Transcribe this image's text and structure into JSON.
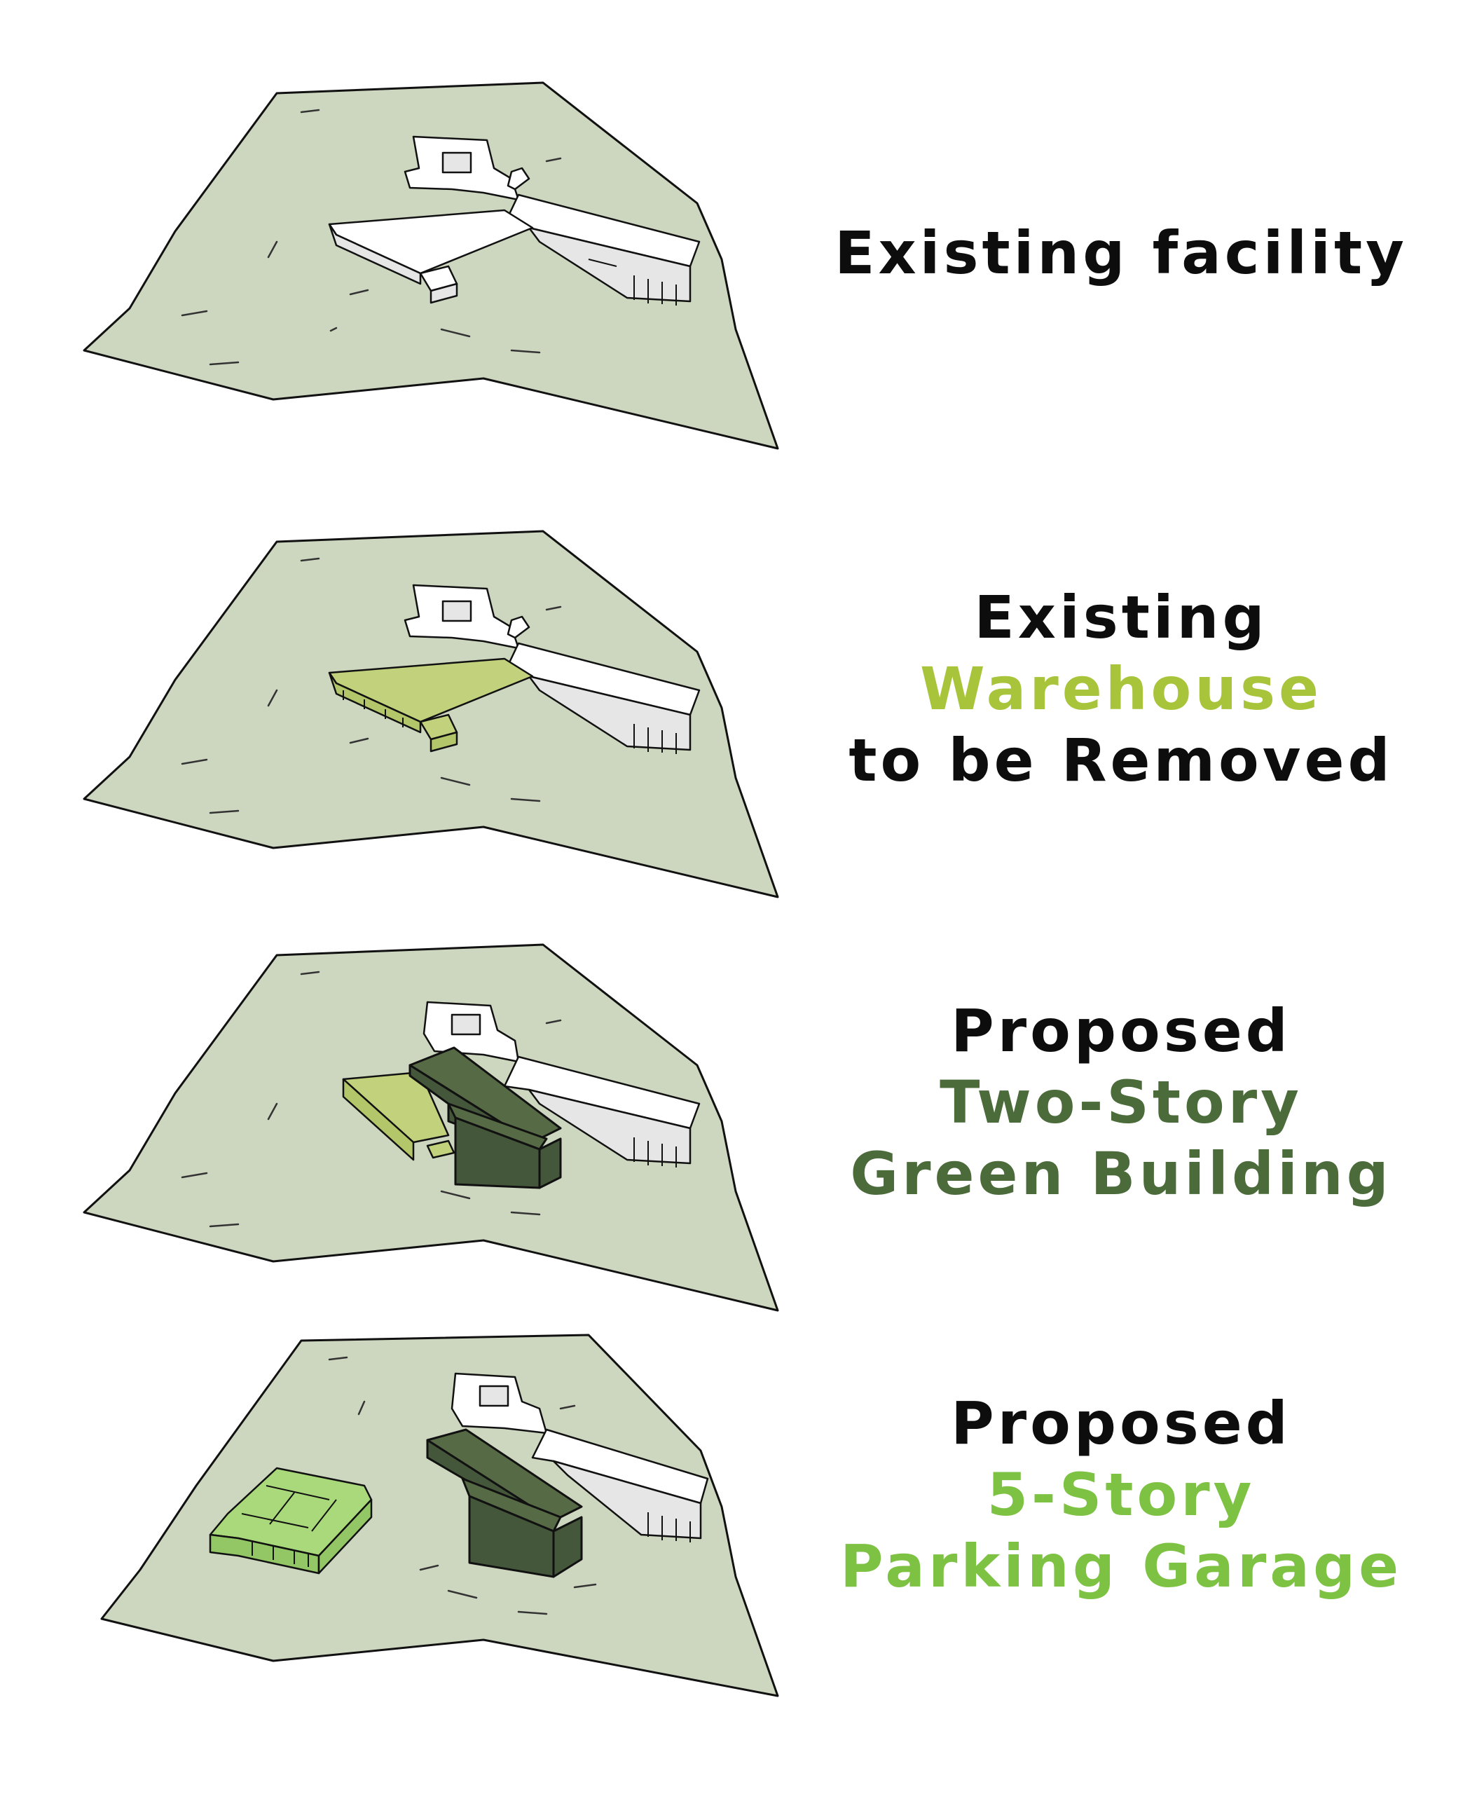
{
  "colors": {
    "text_black": "#0d0d0d",
    "warehouse_highlight": "#a7c43a",
    "green_building": "#4b6b3a",
    "parking_garage": "#7dc242",
    "ground": "#cdd6bf"
  },
  "panels": [
    {
      "caption_lines": [
        {
          "text": "Existing facility",
          "color": "#0d0d0d"
        }
      ]
    },
    {
      "caption_lines": [
        {
          "text": "Existing",
          "color": "#0d0d0d"
        },
        {
          "text": "Warehouse",
          "color": "#a7c43a"
        },
        {
          "text": "to be Removed",
          "color": "#0d0d0d"
        }
      ]
    },
    {
      "caption_lines": [
        {
          "text": "Proposed",
          "color": "#0d0d0d"
        },
        {
          "text": "Two-Story",
          "color": "#4b6b3a"
        },
        {
          "text": "Green Building",
          "color": "#4b6b3a"
        }
      ]
    },
    {
      "caption_lines": [
        {
          "text": "Proposed",
          "color": "#0d0d0d"
        },
        {
          "text": "5-Story",
          "color": "#7dc242"
        },
        {
          "text": "Parking Garage",
          "color": "#7dc242"
        }
      ]
    }
  ]
}
